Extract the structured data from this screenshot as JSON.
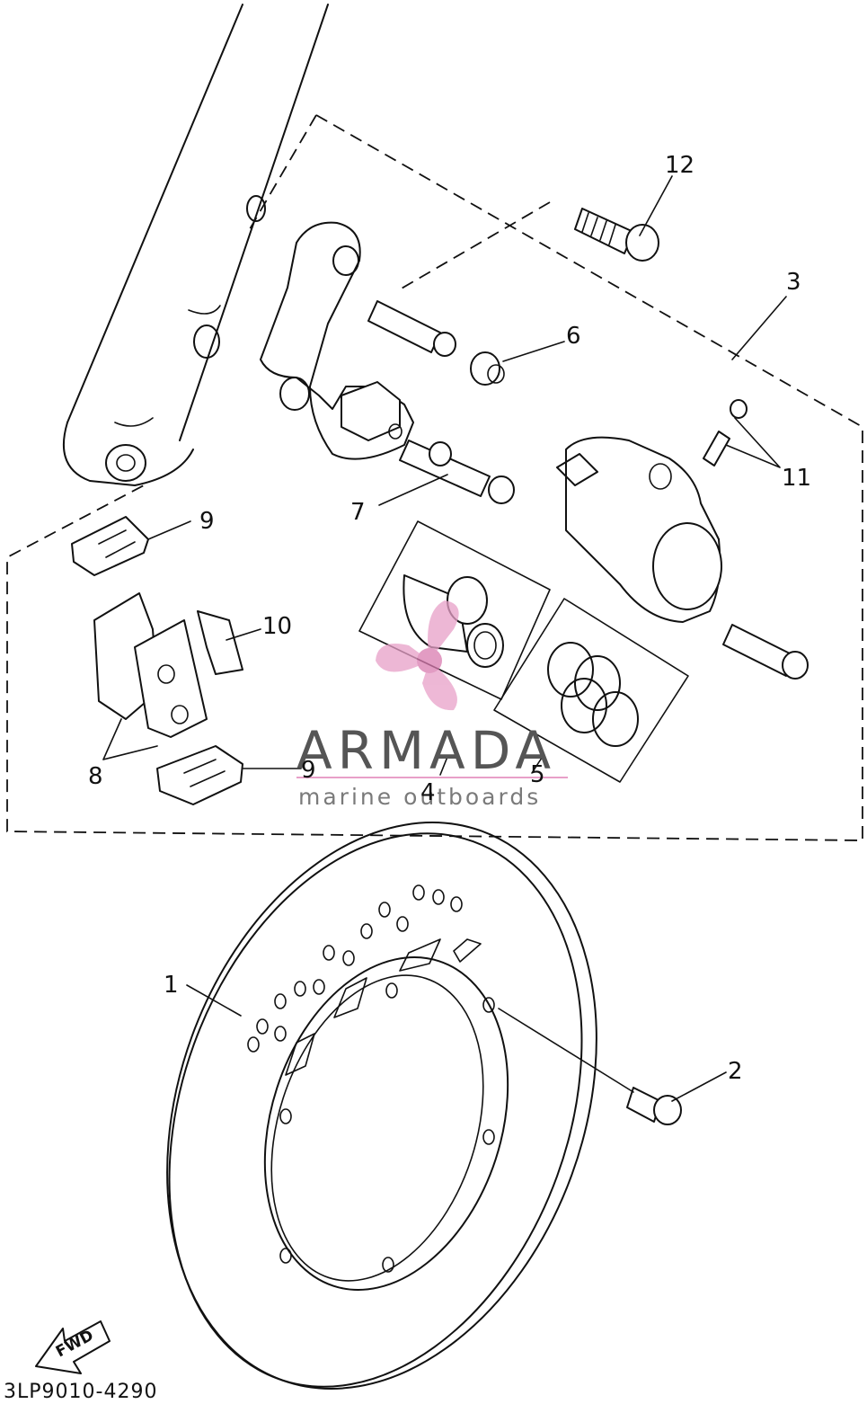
{
  "diagram": {
    "callouts": [
      {
        "id": "c1",
        "label": "1"
      },
      {
        "id": "c2",
        "label": "2"
      },
      {
        "id": "c3",
        "label": "3"
      },
      {
        "id": "c4",
        "label": "4"
      },
      {
        "id": "c5",
        "label": "5"
      },
      {
        "id": "c6",
        "label": "6"
      },
      {
        "id": "c7",
        "label": "7"
      },
      {
        "id": "c8",
        "label": "8"
      },
      {
        "id": "c9a",
        "label": "9"
      },
      {
        "id": "c9b",
        "label": "9"
      },
      {
        "id": "c10",
        "label": "10"
      },
      {
        "id": "c11",
        "label": "11"
      },
      {
        "id": "c12",
        "label": "12"
      }
    ],
    "fwd_label": "FWD",
    "drawing_code": "3LP9010-4290"
  },
  "watermark": {
    "brand": "ARMADA",
    "tagline": "marine outboards",
    "accent_color": "#e8a0c8"
  }
}
